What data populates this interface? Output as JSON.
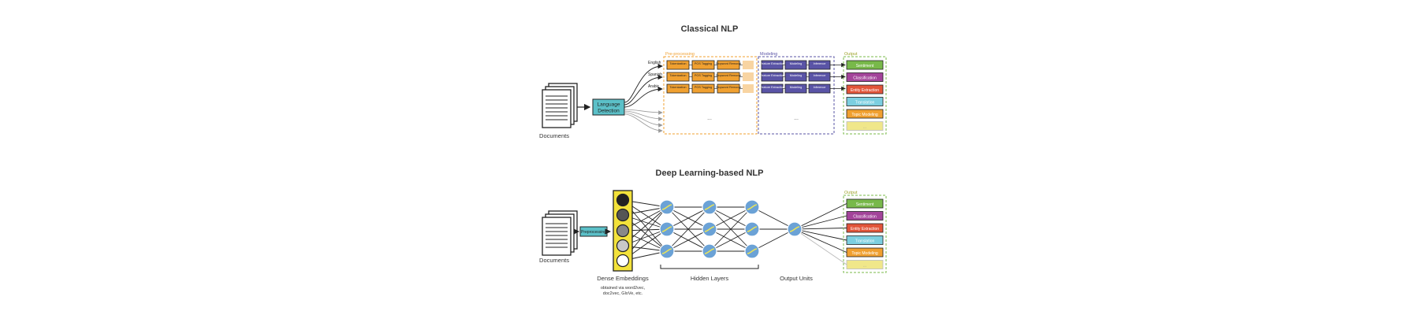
{
  "classical": {
    "title": "Classical NLP",
    "documents_label": "Documents",
    "lang_detect": [
      "Language",
      "Detection"
    ],
    "languages": [
      "English",
      "Spanish",
      "Arabic"
    ],
    "sections": {
      "preprocessing": "Pre-processing",
      "modeling": "Modeling",
      "output": "Output"
    },
    "pre_steps": [
      [
        "Tokenization",
        "POS Tagging",
        "Stopword Removal"
      ],
      [
        "Tokenization",
        "POS Tagging",
        "Stopword Removal"
      ],
      [
        "Tokenization",
        "POS Tagging",
        "Stopword Removal"
      ]
    ],
    "model_steps": [
      "Feature Extraction",
      "Modeling",
      "Inference"
    ],
    "ellipsis": "...",
    "outputs": [
      "Sentiment",
      "Classification",
      "Entity Extraction",
      "Translation",
      "Topic Modeling",
      "..."
    ]
  },
  "deep": {
    "title": "Deep Learning-based NLP",
    "documents_label": "Documents",
    "preprocessing": "Preprocessing",
    "dense_embeddings": "Dense Embeddings",
    "embedding_note": [
      "obtained via word2vec,",
      "doc2vec, GloVe, etc."
    ],
    "hidden_layers": "Hidden Layers",
    "output_units": "Output Units",
    "output_header": "Output",
    "outputs": [
      "Sentiment",
      "Classification",
      "Entity Extraction",
      "Translation",
      "Topic Modeling",
      "..."
    ]
  },
  "colors": {
    "orange": "#f0a030",
    "purple": "#5a54a6",
    "teal": "#5bc0c8",
    "green": "#78b94a",
    "magenta": "#a3449a",
    "red": "#e2553a",
    "cyan": "#7ccfe0",
    "yellow": "#f0e78a",
    "embed_yellow": "#f3e23b",
    "neuron_blue": "#6ba2d6",
    "olive_text": "#9ea22a"
  }
}
